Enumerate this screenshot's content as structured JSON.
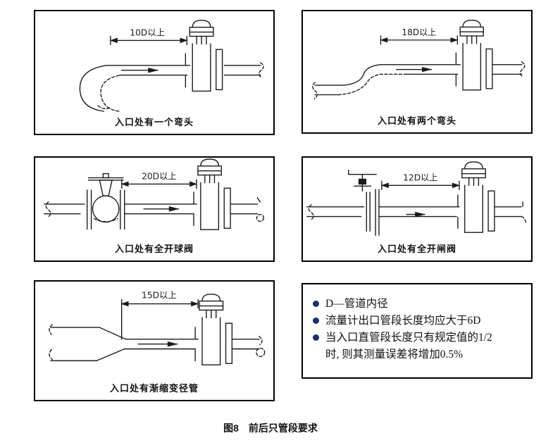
{
  "figure": {
    "caption": "图8　前后只管段要求"
  },
  "panels": [
    {
      "id": "one-elbow",
      "dimension_label": "10D以上",
      "caption": "入口处有一个弯头"
    },
    {
      "id": "two-elbows",
      "dimension_label": "18D以上",
      "caption": "入口处有两个弯头"
    },
    {
      "id": "ball-valve",
      "dimension_label": "20D以上",
      "caption": "入口处有全开球阀"
    },
    {
      "id": "gate-valve",
      "dimension_label": "12D以上",
      "caption": "入口处有全开闸阀"
    },
    {
      "id": "reducer",
      "dimension_label": "15D以上",
      "caption": "入口处有渐缩变径管"
    }
  ],
  "notes": {
    "bullet_color": "#1c2b80",
    "items": [
      {
        "text": "D—管道内径"
      },
      {
        "text": "流量计出口管段长度均应大于6D"
      },
      {
        "text": "当入口直管段长度只有规定值的1/2"
      },
      {
        "text": "时, 则其测量误差将增加0.5%"
      }
    ]
  },
  "colors": {
    "ink": "#1a1a1a",
    "panel_border": "#000000"
  }
}
